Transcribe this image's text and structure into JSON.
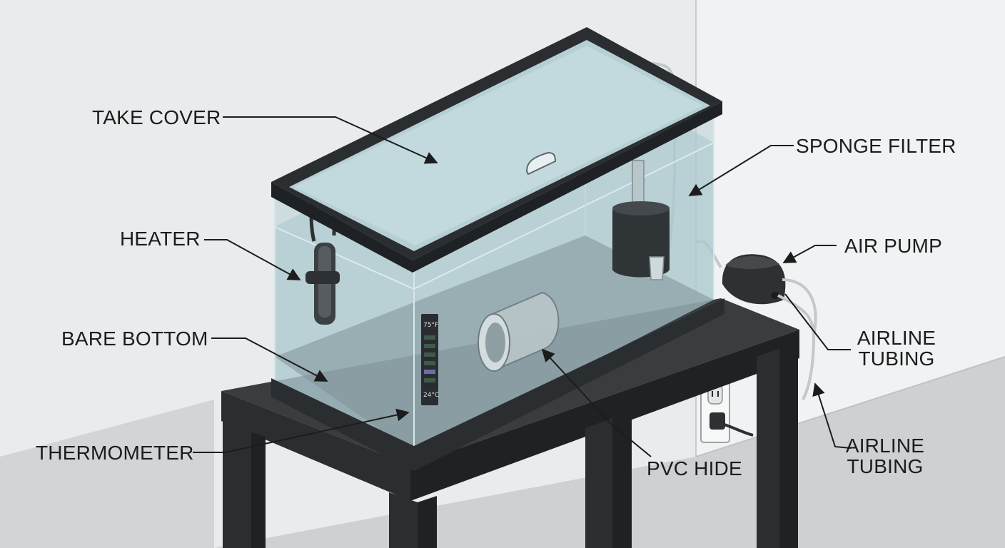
{
  "labels": {
    "tank_cover": "TAKE COVER",
    "sponge_filter": "SPONGE FILTER",
    "heater": "HEATER",
    "air_pump": "AIR PUMP",
    "bare_bottom": "BARE BOTTOM",
    "airline_tubing_upper_line1": "AIRLINE",
    "airline_tubing_upper_line2": "TUBING",
    "thermometer": "THERMOMETER",
    "pvc_hide": "PVC HIDE",
    "airline_tubing_lower_line1": "AIRLINE",
    "airline_tubing_lower_line2": "TUBING"
  },
  "thermometer_strip": {
    "top_reading": "75°F",
    "bottom_reading": "24°C"
  },
  "colors": {
    "background": "#e9ebec",
    "stand": "#2e3133",
    "tank_frame": "#2b2e30",
    "water": "#a7c6cc",
    "label_text": "#1c1c1c"
  },
  "icons": [
    "outlet-icon",
    "plug-icon",
    "heater-icon",
    "sponge-filter-icon",
    "air-pump-icon",
    "pvc-pipe-icon",
    "thermometer-strip-icon"
  ]
}
